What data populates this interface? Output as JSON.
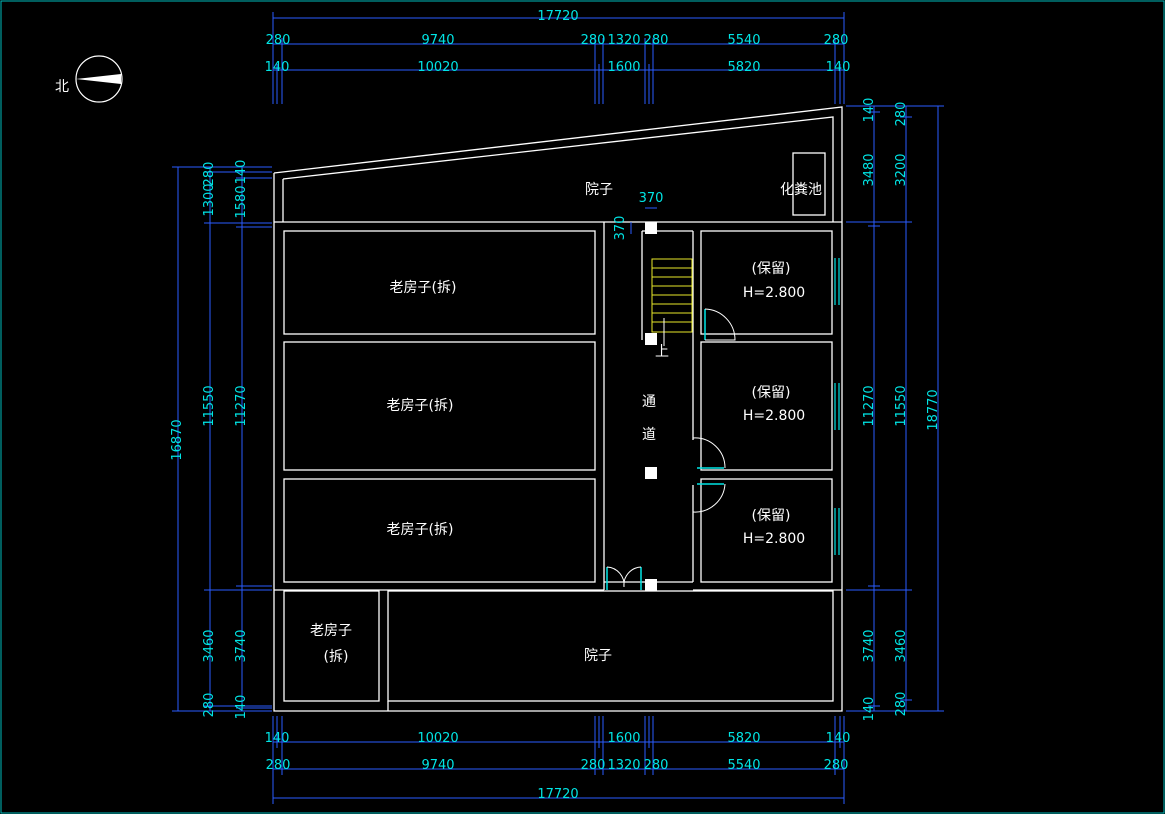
{
  "north_label": "北",
  "rooms": {
    "yard_top": "院子",
    "septic": "化粪池",
    "old1": "老房子(拆)",
    "old2": "老房子(拆)",
    "old3": "老房子(拆)",
    "old4_line1": "老房子",
    "old4_line2": "(拆)",
    "corridor_1": "通",
    "corridor_2": "道",
    "stair_up": "上",
    "reserve1": "(保留)",
    "reserve1_h": "H=2.800",
    "reserve2": "(保留)",
    "reserve2_h": "H=2.800",
    "reserve3": "(保留)",
    "reserve3_h": "H=2.800",
    "yard_bottom": "院子"
  },
  "dims": {
    "top_total": "17720",
    "top_r1": [
      "280",
      "9740",
      "280",
      "1320",
      "280",
      "5540",
      "280"
    ],
    "top_r2": [
      "140",
      "10020",
      "1600",
      "5820",
      "140"
    ],
    "bottom_total": "17720",
    "bottom_r1": [
      "140",
      "10020",
      "1600",
      "5820",
      "140"
    ],
    "bottom_r2": [
      "280",
      "9740",
      "280",
      "1320",
      "280",
      "5540",
      "280"
    ],
    "left_total": "16870",
    "left_a": [
      "1300",
      "11550",
      "3460",
      "280"
    ],
    "left_a2": "280",
    "left_b": [
      "1580",
      "11270",
      "3740",
      "140"
    ],
    "left_b2": "140",
    "right_a": [
      "140",
      "3480",
      "11270",
      "3740",
      "140"
    ],
    "right_b": [
      "280",
      "3200",
      "11550",
      "3460",
      "280"
    ],
    "right_total": "18770",
    "stair_w": "370",
    "stair_h": "370"
  }
}
